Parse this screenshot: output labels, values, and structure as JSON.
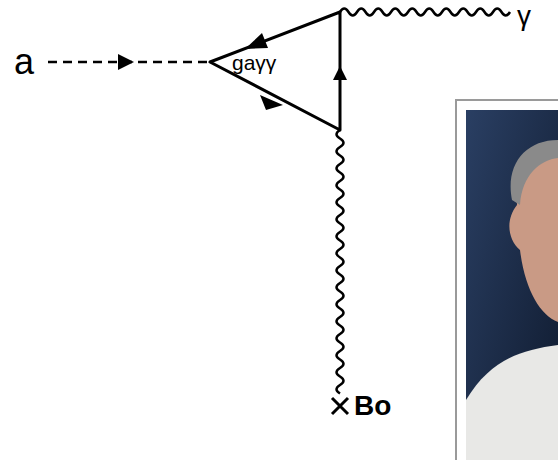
{
  "diagram": {
    "labels": [
      "a",
      "gaγγ",
      "γ",
      "Bo"
    ]
  }
}
